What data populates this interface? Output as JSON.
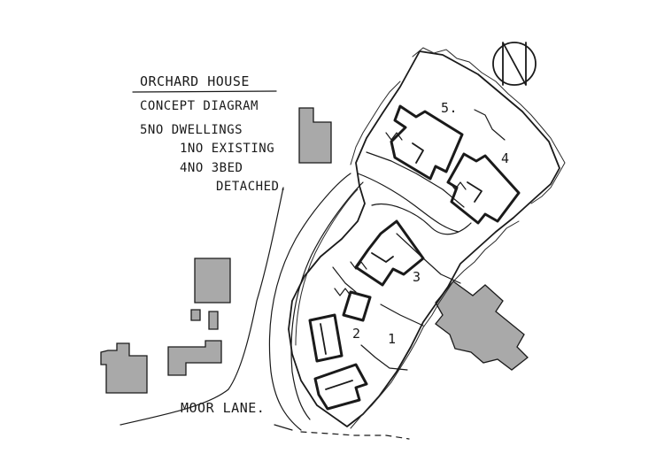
{
  "title": {
    "heading": "ORCHARD HOUSE",
    "subtitle": "CONCEPT DIAGRAM"
  },
  "notes": {
    "line1": "5NO DWELLINGS",
    "line2": "1NO EXISTING",
    "line3": "4NO 3BED",
    "line4": "DETACHED."
  },
  "plots": {
    "p1": "1",
    "p2": "2",
    "p3": "3",
    "p4": "4",
    "p5": "5."
  },
  "road": {
    "label": "MOOR LANE."
  },
  "icons": {
    "north": "north-arrow-icon"
  },
  "colors": {
    "ink": "#1a1a1a",
    "existing_building": "#a9a9a9"
  }
}
